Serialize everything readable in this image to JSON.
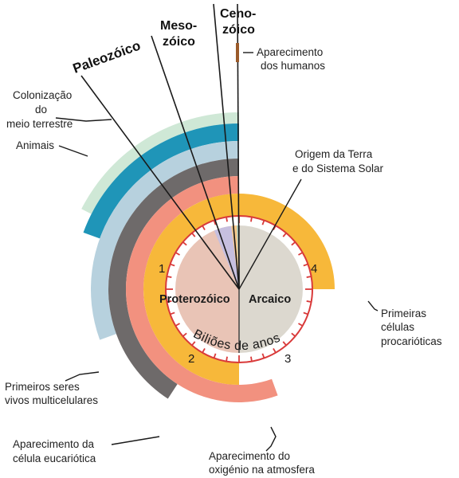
{
  "eras": {
    "paleozoic": "Paleozóico",
    "mesozoic_line1": "Meso-",
    "mesozoic_line2": "zóico",
    "cenozoic_line1": "Ceno-",
    "cenozoic_line2": "zóico"
  },
  "eons": {
    "proterozoic": "Proterozóico",
    "archean": "Arcaico"
  },
  "clock": {
    "unit_label": "Biliões de anos",
    "numbers": [
      "1",
      "2",
      "3",
      "4"
    ]
  },
  "events": {
    "humans": [
      "Aparecimento",
      "dos humanos"
    ],
    "land_colonization": [
      "Colonização",
      "do",
      "meio terrestre"
    ],
    "animals": [
      "Animais"
    ],
    "earth_origin": [
      "Origem da Terra",
      "e do Sistema Solar"
    ],
    "prokaryotes": [
      "Primeiras",
      "células",
      "procarióticas"
    ],
    "multicellular": [
      "Primeiros seres",
      "vivos multicelulares"
    ],
    "eukaryotes": [
      "Aparecimento da",
      "célula eucariótica"
    ],
    "oxygen": [
      "Aparecimento do",
      "oxigénio na atmosfera"
    ]
  },
  "colors": {
    "prokaryote_band": "#f7b83a",
    "eukaryote_band": "#f2917f",
    "multicellular_band": "#6e6a6a",
    "animals_band": "#b7d1de",
    "land_band": "#1f95b8",
    "light_green_band": "#cfe8d6",
    "proterozoic_sector": "#e9c4b6",
    "archean_sector": "#dcd8cf",
    "paleozoic_sector": "#c6bfdf",
    "mesozoic_sector": "#f6c88a",
    "cenozoic_sector": "#a9d6cc",
    "clock_ring": "#d93a3a"
  }
}
